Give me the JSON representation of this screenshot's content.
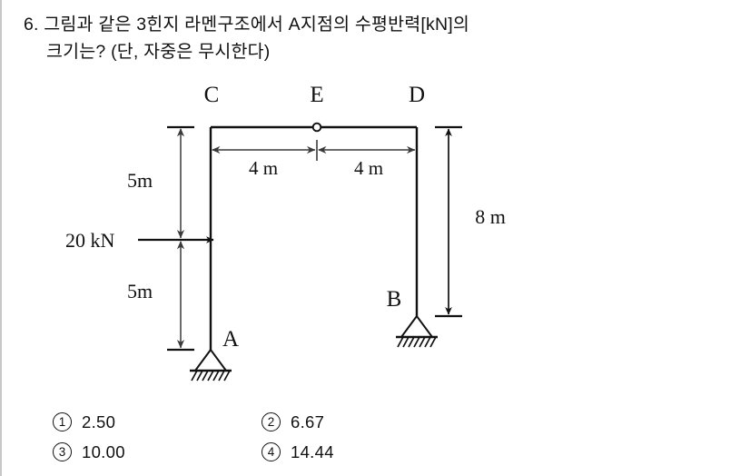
{
  "question": {
    "number": "6.",
    "line1": "6. 그림과 같은 3힌지 라멘구조에서 A지점의 수평반력[kN]의",
    "line2": "크기는? (단, 자중은 무시한다)"
  },
  "diagram": {
    "type": "three-hinged-frame",
    "nodes": {
      "C": "C",
      "E": "E",
      "D": "D",
      "A": "A",
      "B": "B"
    },
    "dimensions": {
      "span_left": "4 m",
      "span_right": "4 m",
      "left_upper": "5m",
      "left_lower": "5m",
      "right_height": "8 m"
    },
    "load": {
      "label": "20 kN",
      "direction": "horizontal-right"
    },
    "supports": {
      "A": "pin",
      "B": "pin"
    },
    "hinge": {
      "E": "internal-hinge"
    },
    "colors": {
      "line": "#111111",
      "dimension": "#3a3a3a"
    }
  },
  "options": [
    {
      "num": "1",
      "value": "2.50"
    },
    {
      "num": "2",
      "value": "6.67"
    },
    {
      "num": "3",
      "value": "10.00"
    },
    {
      "num": "4",
      "value": "14.44"
    }
  ]
}
